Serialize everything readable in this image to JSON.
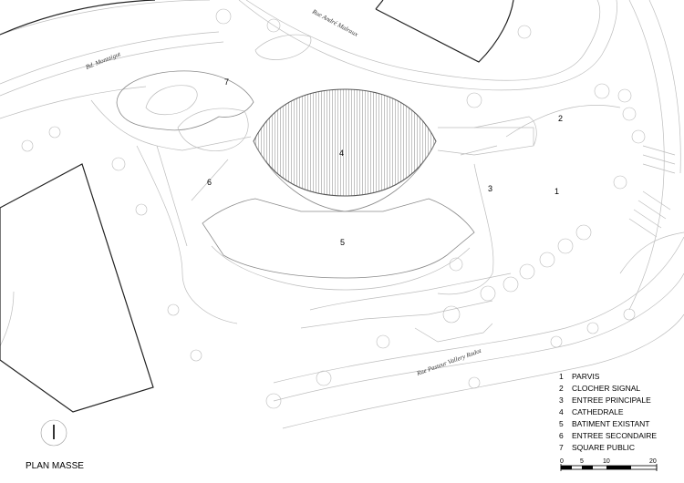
{
  "title": "PLAN MASSE",
  "streets": {
    "bd_montaigut": "Bd. Montaigut",
    "rue_andre_malraux": "Rue   André   Malraux",
    "rue_pasteur": "Rue  Pasteur  Vallery  Radot"
  },
  "plan_numbers": [
    "1",
    "2",
    "3",
    "4",
    "5",
    "6",
    "7"
  ],
  "legend": [
    {
      "num": "1",
      "label": "PARVIS"
    },
    {
      "num": "2",
      "label": "CLOCHER SIGNAL"
    },
    {
      "num": "3",
      "label": "ENTREE PRINCIPALE"
    },
    {
      "num": "4",
      "label": "CATHEDRALE"
    },
    {
      "num": "5",
      "label": "BATIMENT EXISTANT"
    },
    {
      "num": "6",
      "label": "ENTREE SECONDAIRE"
    },
    {
      "num": "7",
      "label": "SQUARE PUBLIC"
    }
  ],
  "scale": {
    "ticks": [
      "0",
      "5",
      "10",
      "20"
    ]
  }
}
